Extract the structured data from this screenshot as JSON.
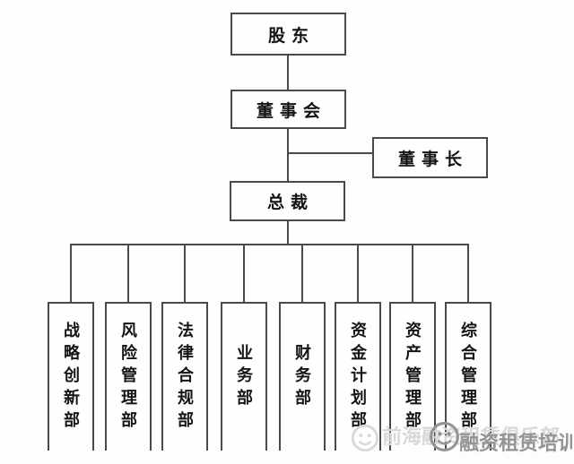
{
  "diagram": {
    "type": "org-chart",
    "nodes": {
      "shareholders": "股东",
      "board_of_directors": "董事会",
      "chairman": "董事长",
      "president": "总裁"
    },
    "departments": [
      "战略创新部",
      "风险管理部",
      "法律合规部",
      "业务部",
      "财务部",
      "资金计划部",
      "资产管理部",
      "综合管理部"
    ]
  },
  "watermark": {
    "club": "前海融资租赁俱乐部",
    "training": "融资租赁培训"
  },
  "colors": {
    "line": "#4a4a4a",
    "background": "#fdfdfd",
    "text": "#141414",
    "watermark_light": "#d8d8d8",
    "watermark_dark": "#949494"
  }
}
